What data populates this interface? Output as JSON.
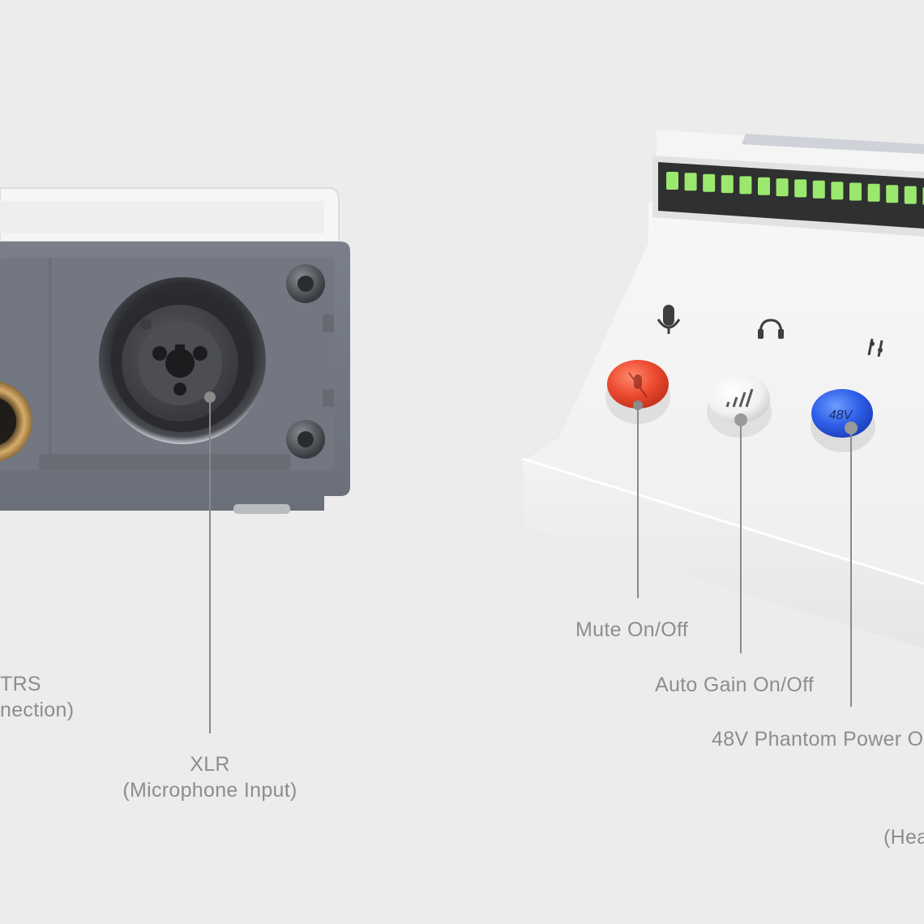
{
  "left_panel": {
    "trs_label_line1": "TRS",
    "trs_label_line2": "nection)",
    "xlr_label_line1": "XLR",
    "xlr_label_line2": "(Microphone Input)"
  },
  "right_panel": {
    "mute_label": "Mute On/Off",
    "auto_gain_label": "Auto Gain On/Off",
    "phantom_label": "48V Phantom Power O",
    "headphone_label_partial": "(Hea",
    "phantom_button_text": "48V"
  },
  "icons": {
    "top_row": [
      "microphone-icon",
      "headphone-icon",
      "switch-icon"
    ],
    "buttons": [
      "mute-mic-icon",
      "auto-gain-icon"
    ]
  },
  "colors": {
    "background": "#ececec",
    "label_text": "#8d8d8d",
    "mute_button": "#e8452f",
    "phantom_button": "#2f5fe0",
    "meter_led": "#9be86e"
  }
}
